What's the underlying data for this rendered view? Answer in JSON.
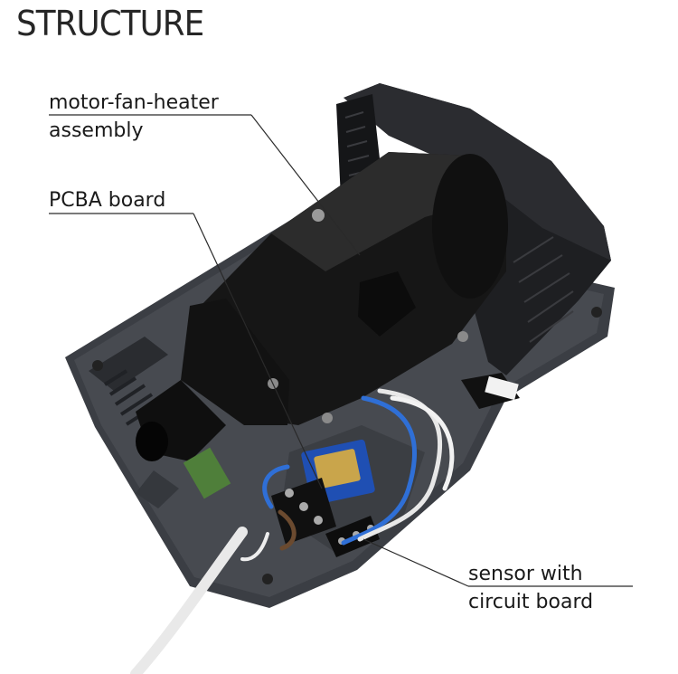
{
  "title": "STRUCTURE",
  "callouts": {
    "motor": [
      "motor-fan-heater",
      "assembly"
    ],
    "pcba": "PCBA board",
    "sensor": [
      "sensor with",
      "circuit board"
    ]
  },
  "colors": {
    "background": "#ffffff",
    "housing": "#3a3d42",
    "motor_body": "#1a1a1a",
    "leader_lines": "#2a2a2a",
    "wire_blue": "#2f6fd6",
    "transformer_blue": "#1f4fb3"
  }
}
